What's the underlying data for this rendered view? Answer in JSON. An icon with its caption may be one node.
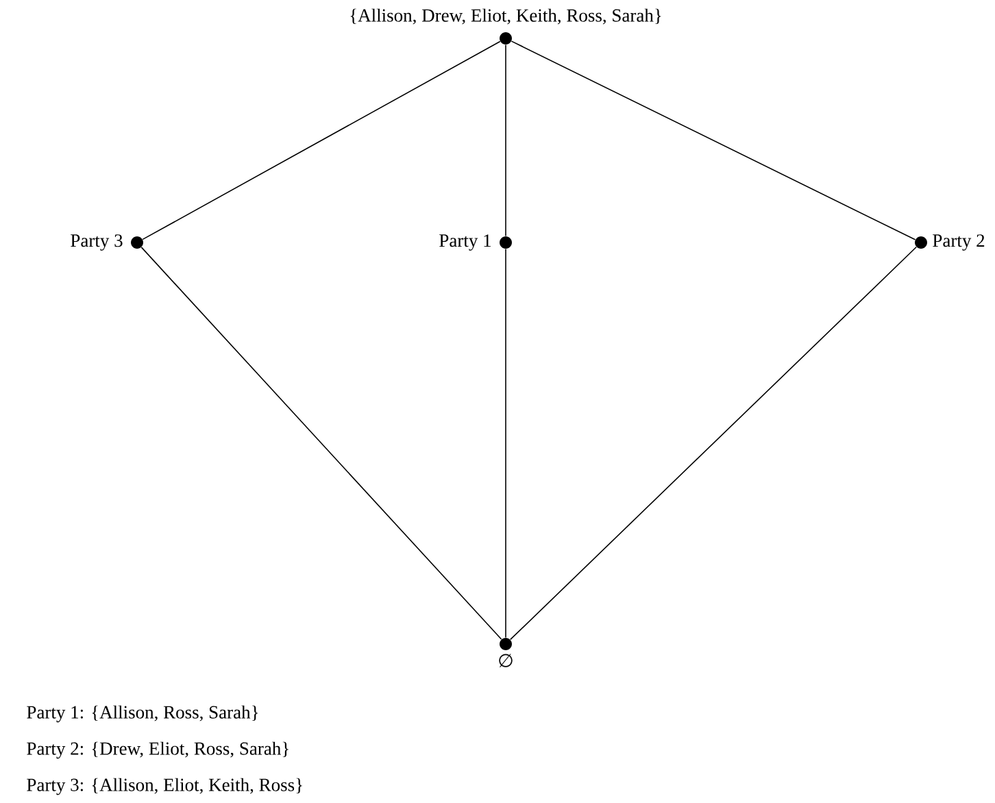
{
  "diagram": {
    "nodes": [
      {
        "text": [],
        "shape": "circle",
        "beside": [
          "{Allison, Drew, Eliot, Keith, Ross, Sarah}"
        ]
      },
      {
        "text": [],
        "shape": "circle",
        "beside": [
          "Party 3"
        ]
      },
      {
        "text": [],
        "shape": "circle",
        "beside": [
          "Party 1"
        ]
      },
      {
        "text": [],
        "shape": "circle",
        "beside": [
          "Party 2"
        ]
      },
      {
        "text": [],
        "shape": "circle",
        "beside": [
          "∅"
        ]
      }
    ],
    "edges": [
      {
        "from": 0,
        "to": 1,
        "arrow": "none"
      },
      {
        "from": 0,
        "to": 2,
        "arrow": "none"
      },
      {
        "from": 0,
        "to": 3,
        "arrow": "none"
      },
      {
        "from": 1,
        "to": 4,
        "arrow": "none"
      },
      {
        "from": 2,
        "to": 4,
        "arrow": "none"
      },
      {
        "from": 3,
        "to": 4,
        "arrow": "none"
      }
    ],
    "labels": [
      "Party 1: {Allison, Ross, Sarah}",
      "Party 2: {Drew, Eliot, Ross, Sarah}",
      "Party 3: {Allison, Eliot, Keith, Ross}"
    ]
  }
}
